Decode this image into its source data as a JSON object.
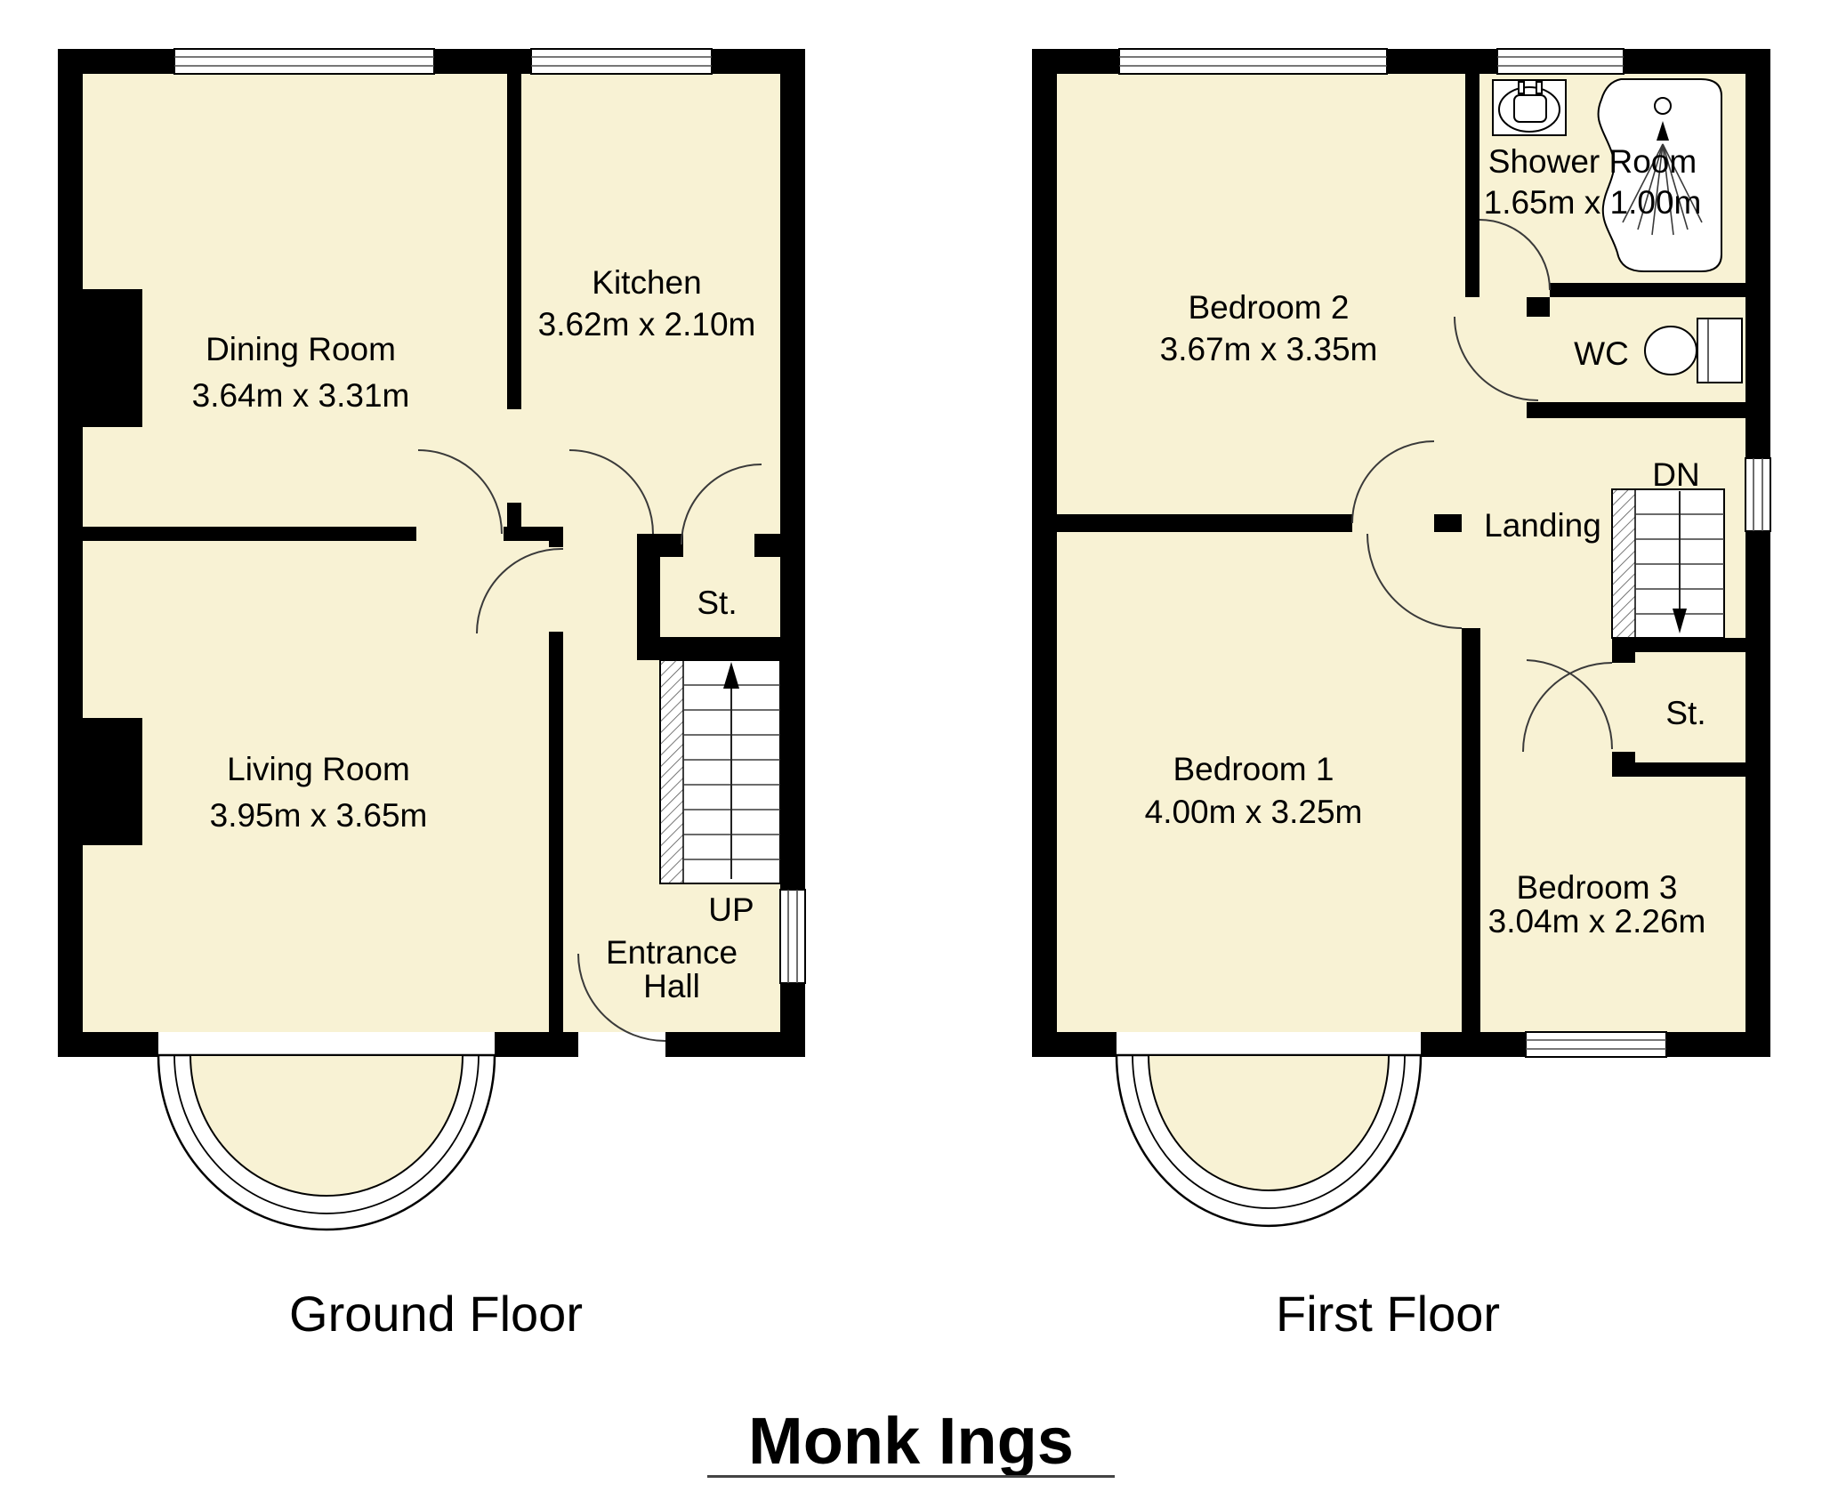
{
  "title": {
    "text": "Monk Ings"
  },
  "colors": {
    "background": "#FFFFFF",
    "floor_fill": "#F8F2D4",
    "wall": "#000000",
    "line": "#3A3A3A"
  },
  "ground_floor": {
    "label": "Ground Floor",
    "stairs_label": "UP",
    "rooms": {
      "dining": {
        "name": "Dining Room",
        "dims": "3.64m x 3.31m"
      },
      "kitchen": {
        "name": "Kitchen",
        "dims": "3.62m x 2.10m"
      },
      "living": {
        "name": "Living Room",
        "dims": "3.95m x 3.65m"
      },
      "store": {
        "name": "St."
      },
      "entrance_hall": {
        "name": "Entrance Hall",
        "line1": "Entrance",
        "line2": "Hall"
      }
    }
  },
  "first_floor": {
    "label": "First Floor",
    "stairs_label": "DN",
    "rooms": {
      "bedroom2": {
        "name": "Bedroom 2",
        "dims": "3.67m x 3.35m"
      },
      "shower": {
        "name": "Shower Room",
        "dims": "1.65m x 1.00m"
      },
      "wc": {
        "name": "WC"
      },
      "landing": {
        "name": "Landing"
      },
      "store": {
        "name": "St."
      },
      "bedroom1": {
        "name": "Bedroom 1",
        "dims": "4.00m x 3.25m"
      },
      "bedroom3": {
        "name": "Bedroom 3",
        "dims": "3.04m x 2.26m"
      }
    }
  }
}
